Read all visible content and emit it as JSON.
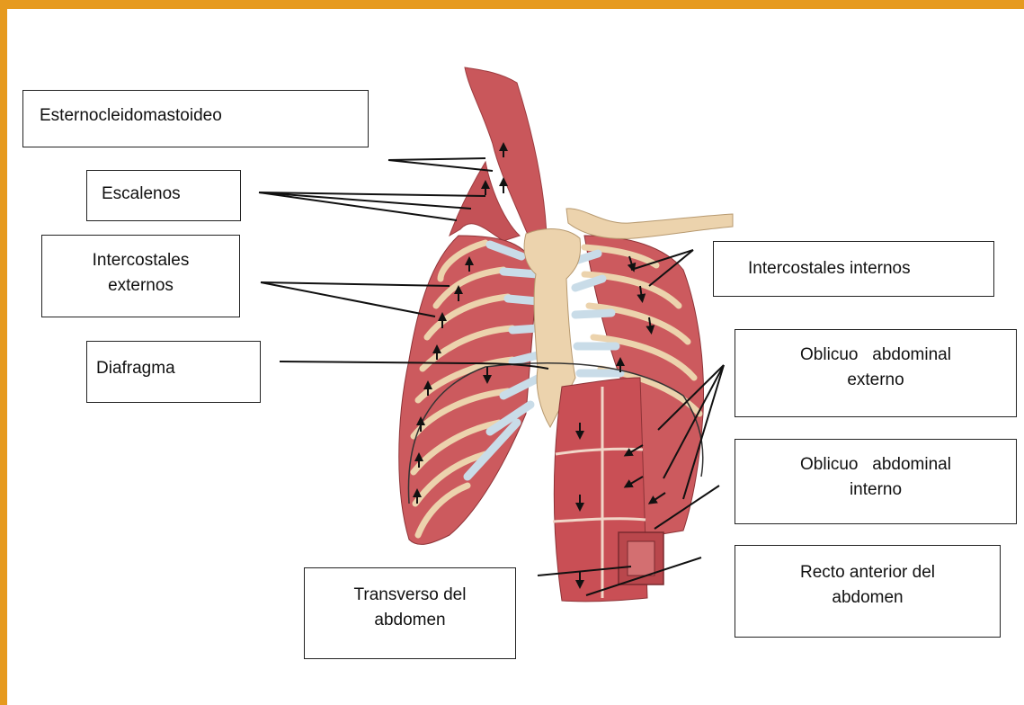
{
  "labels": {
    "esternocleidomastoideo": "Esternocleidomastoideo",
    "escalenos": "Escalenos",
    "intercostales_externos": [
      "Intercostales",
      "externos"
    ],
    "diafragma": "Diafragma",
    "intercostales_internos": "Intercostales internos",
    "oblicuo_externo": [
      "Oblicuo   abdominal",
      "externo"
    ],
    "oblicuo_interno": [
      "Oblicuo   abdominal",
      "interno"
    ],
    "recto_anterior": [
      "Recto anterior del",
      "abdomen"
    ],
    "transverso": [
      "Transverso del",
      "abdomen"
    ]
  },
  "colors": {
    "frame": "#e69a1f",
    "muscle": "#c7555a",
    "muscle_light": "#d9787a",
    "bone": "#ecd3ad",
    "cartilage": "#c9dce8"
  }
}
